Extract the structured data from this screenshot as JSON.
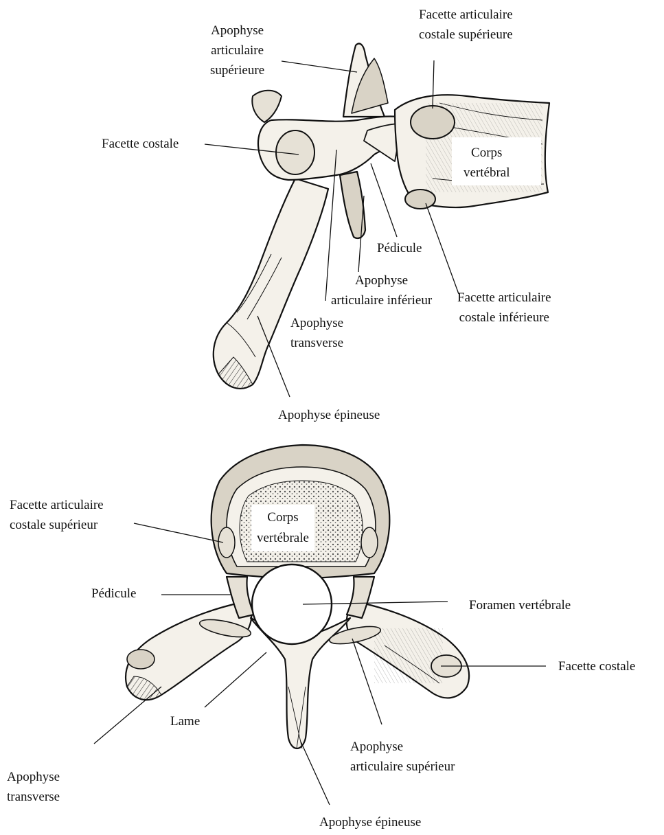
{
  "lateral_view": {
    "labels": {
      "apophyse_articulaire_superieure": [
        "Apophyse",
        "articulaire",
        "supérieure"
      ],
      "facette_articulaire_costale_superieure": [
        "Facette articulaire",
        "costale supérieure"
      ],
      "facette_costale": [
        "Facette costale"
      ],
      "corps_vertebral": [
        "Corps",
        "vertébral"
      ],
      "pedicule": [
        "Pédicule"
      ],
      "apophyse_articulaire_inferieur": [
        "Apophyse",
        "articulaire inférieur"
      ],
      "facette_articulaire_costale_inferieure": [
        "Facette articulaire",
        "costale inférieure"
      ],
      "apophyse_transverse": [
        "Apophyse",
        "transverse"
      ],
      "apophyse_epineuse": [
        "Apophyse épineuse"
      ]
    }
  },
  "superior_view": {
    "labels": {
      "facette_articulaire_costale_superieur": [
        "Facette articulaire",
        "costale supérieur"
      ],
      "corps_vertebrale": [
        "Corps",
        "vertébrale"
      ],
      "pedicule": [
        "Pédicule"
      ],
      "foramen_vertebrale": [
        "Foramen vertébrale"
      ],
      "facette_costale": [
        "Facette costale"
      ],
      "lame": [
        "Lame"
      ],
      "apophyse_articulaire_superieur": [
        "Apophyse",
        "articulaire supérieur"
      ],
      "apophyse_transverse": [
        "Apophyse",
        "transverse"
      ],
      "apophyse_epineuse": [
        "Apophyse épineuse"
      ]
    }
  },
  "colors": {
    "ink": "#111111",
    "bone": "#f4f1ea",
    "bone_shade": "#d9d3c6",
    "cancellous": "#b9b3a6"
  }
}
